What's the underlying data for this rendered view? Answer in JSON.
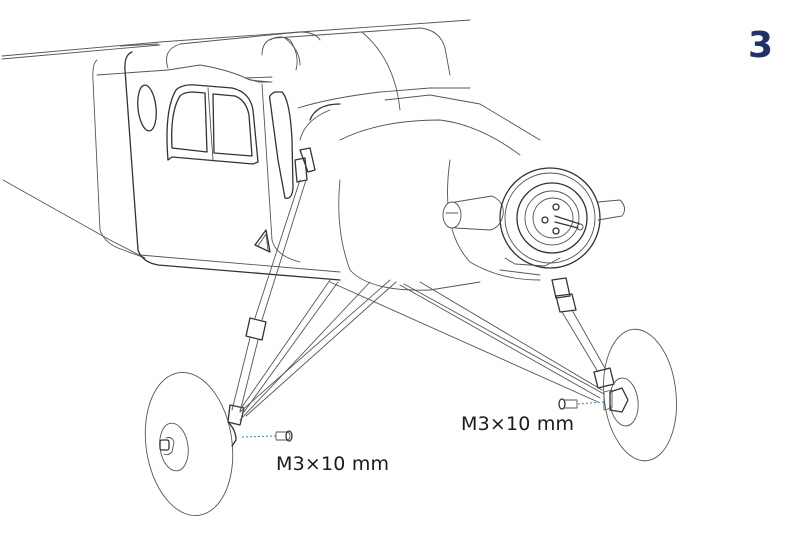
{
  "step": {
    "number": "3",
    "color": "#1f3366"
  },
  "callouts": [
    {
      "id": "left-wheel-screw",
      "text": "M3×10 mm"
    },
    {
      "id": "right-wheel-screw",
      "text": "M3×10 mm"
    }
  ],
  "illustration": {
    "subject": "aircraft-landing-gear-assembly",
    "line_color": "#555555",
    "guide_line_color": "#3d86c6"
  }
}
